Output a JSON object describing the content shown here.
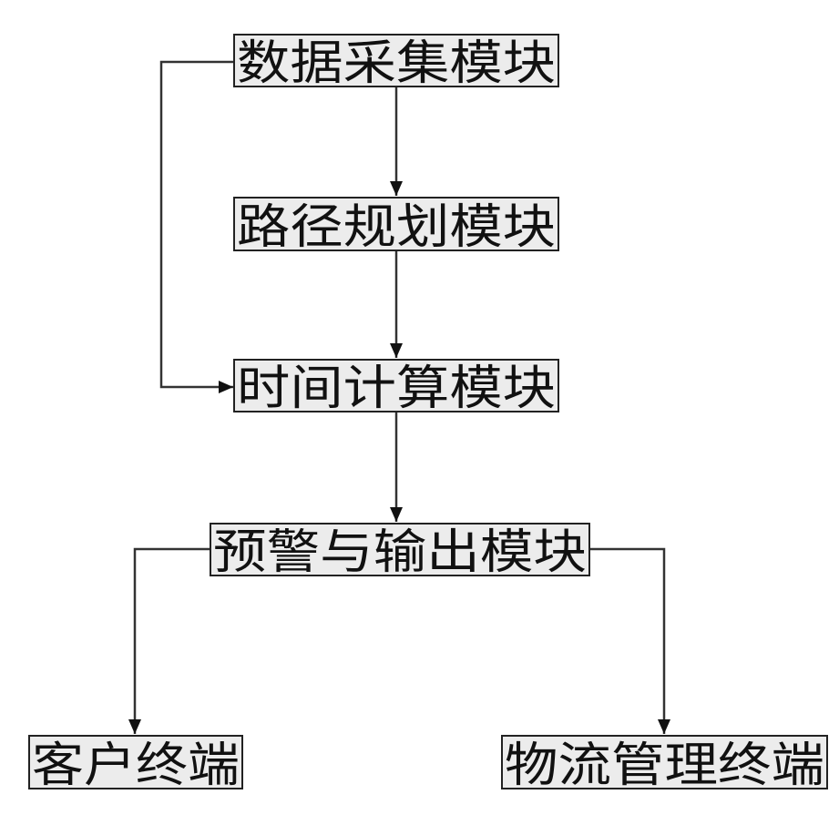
{
  "nodes": {
    "data_collection": "数据采集模块",
    "route_planning": "路径规划模块",
    "time_calculation": "时间计算模块",
    "warning_output": "预警与输出模块",
    "customer_terminal": "客户终端",
    "logistics_terminal": "物流管理终端"
  },
  "colors": {
    "line": "#333333",
    "box_fill": "#ececec",
    "text": "#111111"
  }
}
